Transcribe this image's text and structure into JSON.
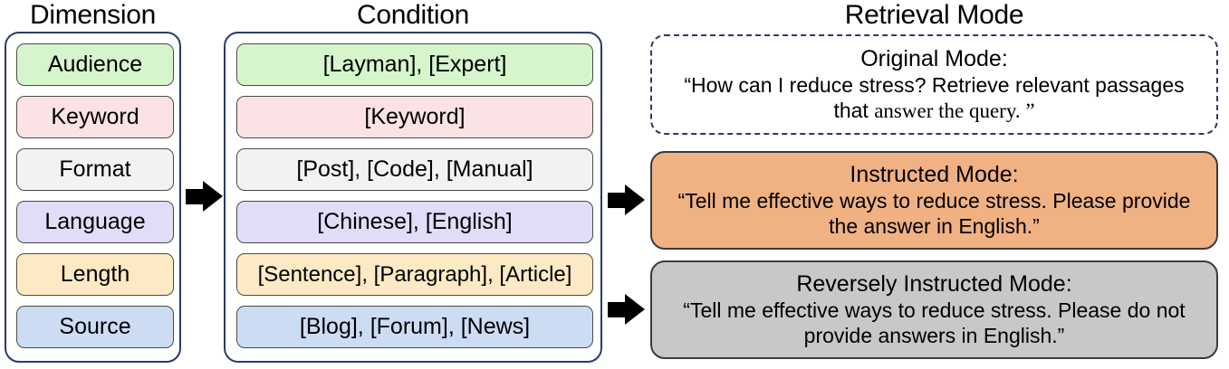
{
  "columns": {
    "dimension": {
      "header": "Dimension"
    },
    "condition": {
      "header": "Condition"
    },
    "retrieval": {
      "header": "Retrieval Mode"
    }
  },
  "rows": [
    {
      "dimension": "Audience",
      "condition": "[Layman], [Expert]",
      "color": "#d6f5cc"
    },
    {
      "dimension": "Keyword",
      "condition": "[Keyword]",
      "color": "#fbe2e4"
    },
    {
      "dimension": "Format",
      "condition": "[Post], [Code], [Manual]",
      "color": "#f2f2f2"
    },
    {
      "dimension": "Language",
      "condition": "[Chinese], [English]",
      "color": "#e0ddf8"
    },
    {
      "dimension": "Length",
      "condition": "[Sentence], [Paragraph], [Article]",
      "color": "#fdeac4"
    },
    {
      "dimension": "Source",
      "condition": "[Blog], [Forum], [News]",
      "color": "#ccdcf3"
    }
  ],
  "modes": [
    {
      "title": "Original Mode:",
      "quote_head": "“How can I reduce stress? Retrieve relevant passages that ",
      "quote_tail": "answer the query. ”",
      "style": "dashed",
      "color": "#ffffff"
    },
    {
      "title": "Instructed Mode:",
      "quote_head": "“Tell me effective ways to reduce stress. Please provide the answer in English.”",
      "quote_tail": "",
      "style": "solid",
      "color": "#f0b183"
    },
    {
      "title": "Reversely Instructed Mode:",
      "quote_head": "“Tell me effective ways to reduce stress. Please do not provide answers in English.”",
      "quote_tail": "",
      "style": "solid",
      "color": "#c8c8c8"
    }
  ],
  "arrows": {
    "dimension_to_condition": "right-arrow",
    "condition_to_instructed": "right-arrow",
    "condition_to_reversely": "right-arrow"
  }
}
